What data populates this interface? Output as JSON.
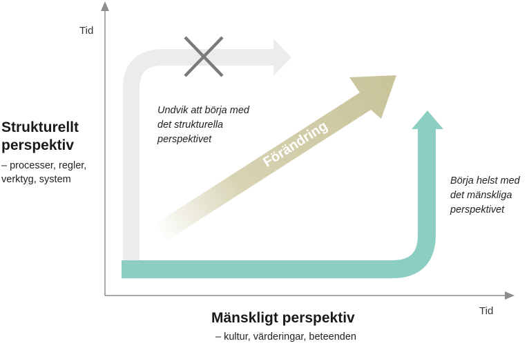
{
  "axes": {
    "y_label": "Tid",
    "x_label": "Tid",
    "axis_color": "#8c8c8c"
  },
  "structural": {
    "title_line1": "Strukturellt",
    "title_line2": "perspektiv",
    "subtitle_line1": "– processer, regler,",
    "subtitle_line2": "verktyg, system"
  },
  "human": {
    "title": "Mänskligt perspektiv",
    "subtitle": "– kultur, värderingar, beteenden"
  },
  "notes": {
    "avoid_line1": "Undvik att börja med",
    "avoid_line2": "det strukturella",
    "avoid_line3": "perspektivet",
    "prefer_line1": "Börja helst med",
    "prefer_line2": "det mänskliga",
    "prefer_line3": "perspektivet"
  },
  "change_arrow_label": "Förändring",
  "colors": {
    "grey_path": "#ececec",
    "cross": "#7a7a7a",
    "teal_path": "#8ccfc2",
    "change_arrow": "#c9c49a"
  },
  "icons": {
    "avoid_marker": "cross-icon"
  }
}
